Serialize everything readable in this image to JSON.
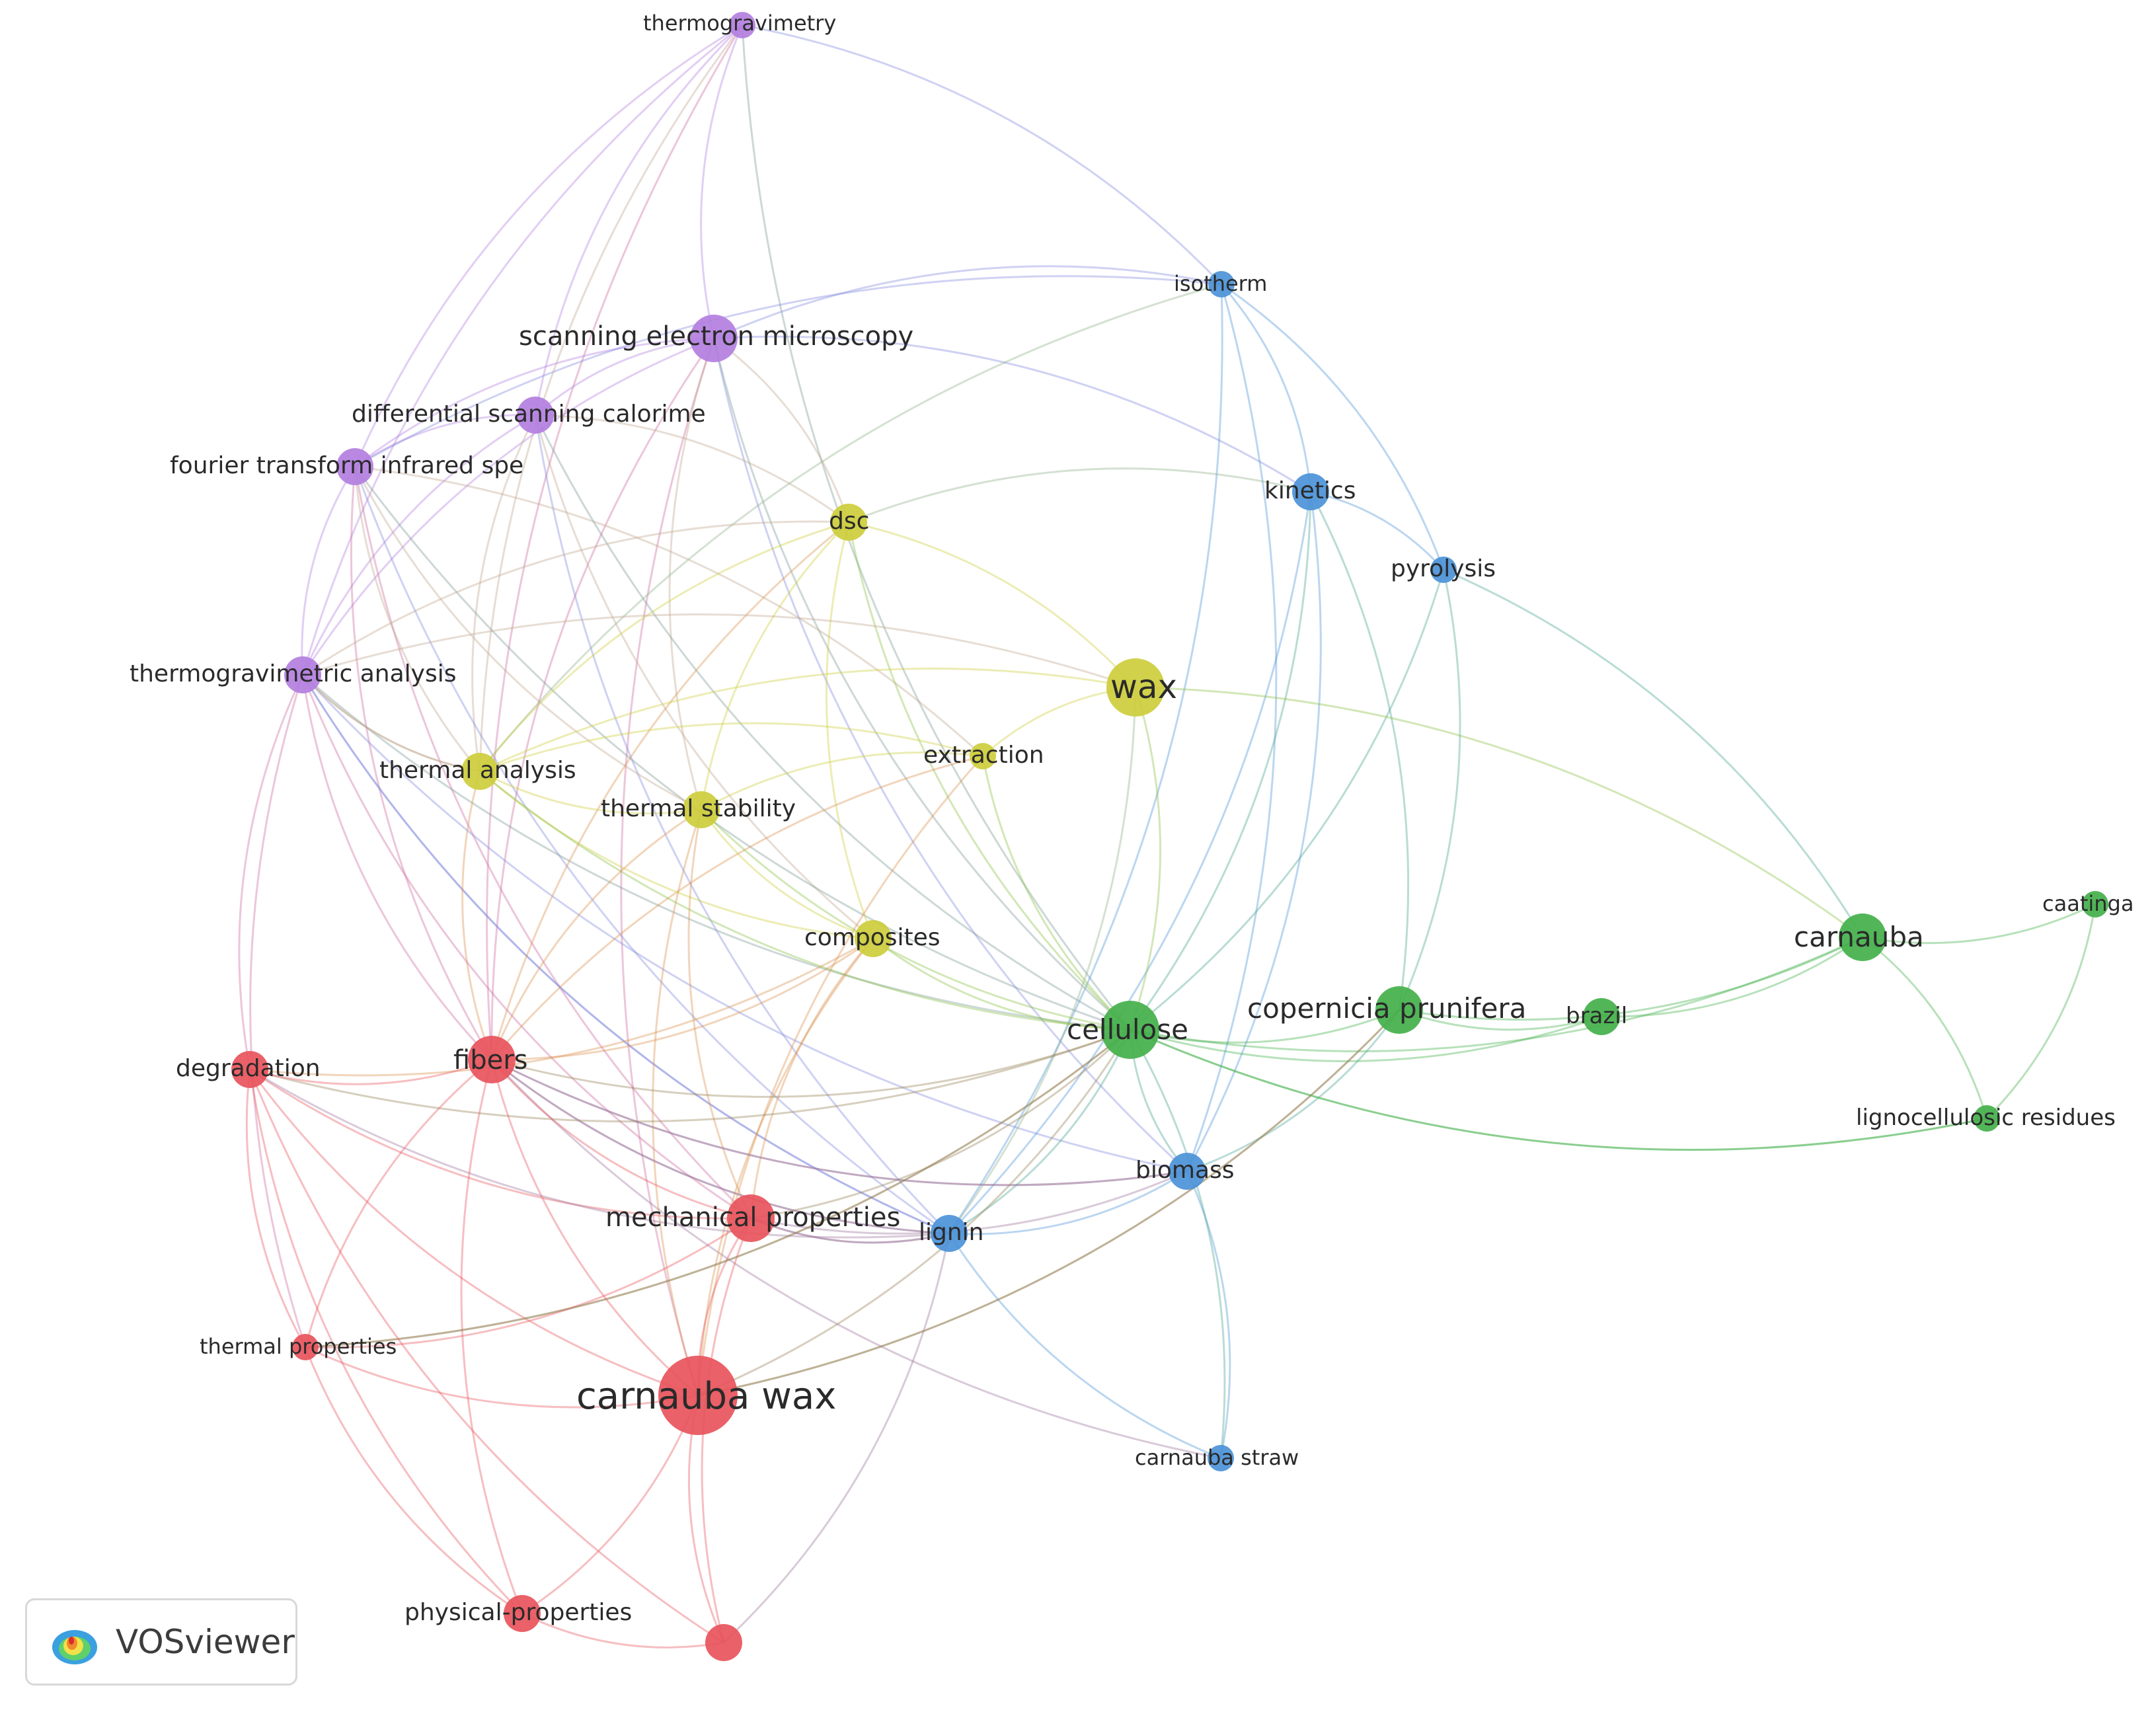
{
  "colors": {
    "red": "#e8545c",
    "green": "#43b04a",
    "blue": "#4c93d8",
    "yellow": "#cdcd3c",
    "purple": "#b37fe0",
    "label": "#2a2a2a"
  },
  "badge": {
    "text": "VOSviewer",
    "icon": "vosviewer-logo-icon"
  },
  "nodes": [
    {
      "id": "thermogravimetry",
      "label": "thermogravimetry",
      "cluster": "purple",
      "weight": 1
    },
    {
      "id": "sem",
      "label": "scanning electron microscopy",
      "cluster": "purple",
      "weight": 3
    },
    {
      "id": "dsc-full",
      "label": "differential scanning calorime",
      "cluster": "purple",
      "weight": 2
    },
    {
      "id": "ftir",
      "label": "fourier transform infrared spe",
      "cluster": "purple",
      "weight": 2
    },
    {
      "id": "tga",
      "label": "thermogravimetric analysis",
      "cluster": "purple",
      "weight": 2
    },
    {
      "id": "isotherm",
      "label": "isotherm",
      "cluster": "blue",
      "weight": 1
    },
    {
      "id": "kinetics",
      "label": "kinetics",
      "cluster": "blue",
      "weight": 2
    },
    {
      "id": "pyrolysis",
      "label": "pyrolysis",
      "cluster": "blue",
      "weight": 1
    },
    {
      "id": "biomass",
      "label": "biomass",
      "cluster": "blue",
      "weight": 2
    },
    {
      "id": "lignin",
      "label": "lignin",
      "cluster": "blue",
      "weight": 2
    },
    {
      "id": "carnauba-straw",
      "label": "carnauba straw",
      "cluster": "blue",
      "weight": 1
    },
    {
      "id": "dsc",
      "label": "dsc",
      "cluster": "yellow",
      "weight": 2
    },
    {
      "id": "wax",
      "label": "wax",
      "cluster": "yellow",
      "weight": 4
    },
    {
      "id": "extraction",
      "label": "extraction",
      "cluster": "yellow",
      "weight": 1
    },
    {
      "id": "thermal-analysis",
      "label": "thermal analysis",
      "cluster": "yellow",
      "weight": 2
    },
    {
      "id": "thermal-stability",
      "label": "thermal stability",
      "cluster": "yellow",
      "weight": 2
    },
    {
      "id": "composites",
      "label": "composites",
      "cluster": "yellow",
      "weight": 2
    },
    {
      "id": "cellulose",
      "label": "cellulose",
      "cluster": "green",
      "weight": 4
    },
    {
      "id": "copernicia",
      "label": "copernicia prunifera",
      "cluster": "green",
      "weight": 3
    },
    {
      "id": "brazil",
      "label": "brazil",
      "cluster": "green",
      "weight": 2
    },
    {
      "id": "carnauba",
      "label": "carnauba",
      "cluster": "green",
      "weight": 3
    },
    {
      "id": "caatinga",
      "label": "caatinga",
      "cluster": "green",
      "weight": 1
    },
    {
      "id": "lignocellulosic",
      "label": "lignocellulosic residues",
      "cluster": "green",
      "weight": 1
    },
    {
      "id": "degradation",
      "label": "degradation",
      "cluster": "red",
      "weight": 2
    },
    {
      "id": "fibers",
      "label": "fibers",
      "cluster": "red",
      "weight": 3
    },
    {
      "id": "mechanical",
      "label": "mechanical properties",
      "cluster": "red",
      "weight": 3
    },
    {
      "id": "thermal-properties",
      "label": "thermal properties",
      "cluster": "red",
      "weight": 1
    },
    {
      "id": "carnauba-wax",
      "label": "carnauba wax",
      "cluster": "red",
      "weight": 6
    },
    {
      "id": "physical-properties",
      "label": "physical-properties",
      "cluster": "red",
      "weight": 2
    },
    {
      "id": "unlabeled-red",
      "label": "",
      "cluster": "red",
      "weight": 2
    }
  ],
  "edges": [
    [
      "thermogravimetry",
      "sem"
    ],
    [
      "thermogravimetry",
      "dsc-full"
    ],
    [
      "thermogravimetry",
      "ftir"
    ],
    [
      "thermogravimetry",
      "tga"
    ],
    [
      "thermogravimetry",
      "isotherm"
    ],
    [
      "thermogravimetry",
      "fibers"
    ],
    [
      "thermogravimetry",
      "cellulose"
    ],
    [
      "thermogravimetry",
      "thermal-analysis"
    ],
    [
      "sem",
      "dsc-full"
    ],
    [
      "sem",
      "ftir"
    ],
    [
      "sem",
      "tga"
    ],
    [
      "sem",
      "isotherm"
    ],
    [
      "sem",
      "kinetics"
    ],
    [
      "sem",
      "fibers"
    ],
    [
      "sem",
      "carnauba-wax"
    ],
    [
      "sem",
      "biomass"
    ],
    [
      "sem",
      "thermal-stability"
    ],
    [
      "sem",
      "cellulose"
    ],
    [
      "sem",
      "dsc"
    ],
    [
      "dsc-full",
      "ftir"
    ],
    [
      "dsc-full",
      "tga"
    ],
    [
      "dsc-full",
      "thermal-analysis"
    ],
    [
      "dsc-full",
      "composites"
    ],
    [
      "dsc-full",
      "cellulose"
    ],
    [
      "dsc-full",
      "lignin"
    ],
    [
      "ftir",
      "tga"
    ],
    [
      "ftir",
      "fibers"
    ],
    [
      "ftir",
      "mechanical"
    ],
    [
      "ftir",
      "thermal-analysis"
    ],
    [
      "ftir",
      "cellulose"
    ],
    [
      "ftir",
      "extraction"
    ],
    [
      "ftir",
      "thermal-stability"
    ],
    [
      "ftir",
      "lignin"
    ],
    [
      "tga",
      "fibers"
    ],
    [
      "tga",
      "degradation"
    ],
    [
      "tga",
      "thermal-properties"
    ],
    [
      "tga",
      "cellulose"
    ],
    [
      "tga",
      "biomass"
    ],
    [
      "tga",
      "mechanical"
    ],
    [
      "tga",
      "thermal-analysis"
    ],
    [
      "tga",
      "lignin"
    ],
    [
      "isotherm",
      "kinetics"
    ],
    [
      "isotherm",
      "pyrolysis"
    ],
    [
      "isotherm",
      "biomass"
    ],
    [
      "isotherm",
      "thermal-analysis"
    ],
    [
      "isotherm",
      "lignin"
    ],
    [
      "isotherm",
      "ftir"
    ],
    [
      "kinetics",
      "pyrolysis"
    ],
    [
      "kinetics",
      "dsc"
    ],
    [
      "kinetics",
      "cellulose"
    ],
    [
      "kinetics",
      "biomass"
    ],
    [
      "kinetics",
      "lignin"
    ],
    [
      "kinetics",
      "copernicia"
    ],
    [
      "pyrolysis",
      "carnauba"
    ],
    [
      "pyrolysis",
      "cellulose"
    ],
    [
      "biomass",
      "cellulose"
    ],
    [
      "biomass",
      "lignin"
    ],
    [
      "biomass",
      "carnauba-straw"
    ],
    [
      "biomass",
      "copernicia"
    ],
    [
      "biomass",
      "fibers"
    ],
    [
      "lignin",
      "cellulose"
    ],
    [
      "lignin",
      "carnauba-straw"
    ],
    [
      "lignin",
      "mechanical"
    ],
    [
      "lignin",
      "fibers"
    ],
    [
      "lignin",
      "tga"
    ],
    [
      "carnauba-straw",
      "fibers"
    ],
    [
      "carnauba-straw",
      "cellulose"
    ],
    [
      "dsc",
      "wax"
    ],
    [
      "dsc",
      "thermal-analysis"
    ],
    [
      "dsc",
      "thermal-stability"
    ],
    [
      "dsc",
      "composites"
    ],
    [
      "dsc",
      "cellulose"
    ],
    [
      "dsc",
      "fibers"
    ],
    [
      "dsc",
      "tga"
    ],
    [
      "dsc",
      "dsc-full"
    ],
    [
      "wax",
      "extraction"
    ],
    [
      "wax",
      "cellulose"
    ],
    [
      "wax",
      "carnauba"
    ],
    [
      "wax",
      "thermal-analysis"
    ],
    [
      "wax",
      "tga"
    ],
    [
      "wax",
      "lignin"
    ],
    [
      "extraction",
      "cellulose"
    ],
    [
      "extraction",
      "thermal-stability"
    ],
    [
      "extraction",
      "carnauba-wax"
    ],
    [
      "extraction",
      "thermal-analysis"
    ],
    [
      "extraction",
      "fibers"
    ],
    [
      "thermal-analysis",
      "thermal-stability"
    ],
    [
      "thermal-analysis",
      "composites"
    ],
    [
      "thermal-analysis",
      "fibers"
    ],
    [
      "thermal-analysis",
      "cellulose"
    ],
    [
      "thermal-analysis",
      "tga"
    ],
    [
      "thermal-stability",
      "composites"
    ],
    [
      "thermal-stability",
      "cellulose"
    ],
    [
      "thermal-stability",
      "mechanical"
    ],
    [
      "thermal-stability",
      "fibers"
    ],
    [
      "thermal-stability",
      "carnauba-wax"
    ],
    [
      "composites",
      "cellulose"
    ],
    [
      "composites",
      "mechanical"
    ],
    [
      "composites",
      "fibers"
    ],
    [
      "composites",
      "carnauba-wax"
    ],
    [
      "composites",
      "degradation"
    ],
    [
      "cellulose",
      "copernicia"
    ],
    [
      "cellulose",
      "brazil"
    ],
    [
      "cellulose",
      "carnauba"
    ],
    [
      "cellulose",
      "lignocellulosic"
    ],
    [
      "cellulose",
      "fibers"
    ],
    [
      "cellulose",
      "mechanical"
    ],
    [
      "cellulose",
      "degradation"
    ],
    [
      "cellulose",
      "carnauba-wax"
    ],
    [
      "cellulose",
      "thermal-properties"
    ],
    [
      "copernicia",
      "brazil"
    ],
    [
      "copernicia",
      "carnauba"
    ],
    [
      "copernicia",
      "carnauba-wax"
    ],
    [
      "copernicia",
      "pyrolysis"
    ],
    [
      "brazil",
      "carnauba"
    ],
    [
      "carnauba",
      "caatinga"
    ],
    [
      "carnauba",
      "lignocellulosic"
    ],
    [
      "caatinga",
      "lignocellulosic"
    ],
    [
      "lignocellulosic",
      "cellulose"
    ],
    [
      "degradation",
      "fibers"
    ],
    [
      "degradation",
      "mechanical"
    ],
    [
      "degradation",
      "thermal-properties"
    ],
    [
      "degradation",
      "carnauba-wax"
    ],
    [
      "degradation",
      "physical-properties"
    ],
    [
      "degradation",
      "lignin"
    ],
    [
      "fibers",
      "mechanical"
    ],
    [
      "fibers",
      "thermal-properties"
    ],
    [
      "fibers",
      "carnauba-wax"
    ],
    [
      "fibers",
      "physical-properties"
    ],
    [
      "fibers",
      "lignin"
    ],
    [
      "fibers",
      "biomass"
    ],
    [
      "mechanical",
      "carnauba-wax"
    ],
    [
      "mechanical",
      "thermal-properties"
    ],
    [
      "mechanical",
      "unlabeled-red"
    ],
    [
      "mechanical",
      "lignin"
    ],
    [
      "mechanical",
      "biomass"
    ],
    [
      "thermal-properties",
      "carnauba-wax"
    ],
    [
      "thermal-properties",
      "physical-properties"
    ],
    [
      "thermal-properties",
      "cellulose"
    ],
    [
      "carnauba-wax",
      "physical-properties"
    ],
    [
      "carnauba-wax",
      "unlabeled-red"
    ],
    [
      "carnauba-wax",
      "copernicia"
    ],
    [
      "physical-properties",
      "unlabeled-red"
    ],
    [
      "unlabeled-red",
      "lignin"
    ],
    [
      "unlabeled-red",
      "degradation"
    ]
  ]
}
